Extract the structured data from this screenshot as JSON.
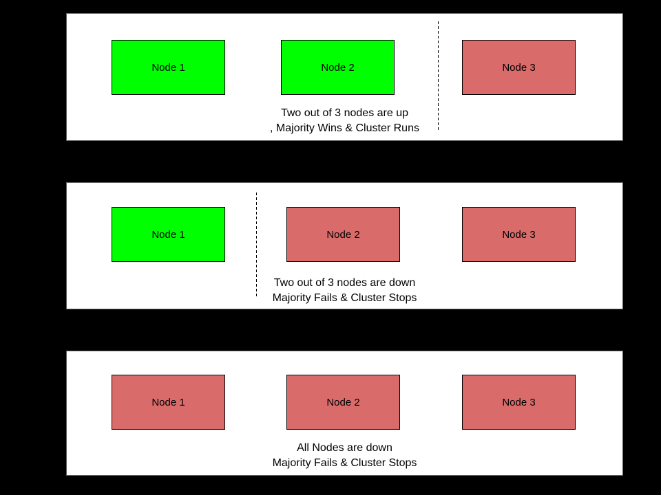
{
  "diagram": {
    "name": "cluster-quorum-scenarios",
    "colors": {
      "background": "#000000",
      "panel_background": "#ffffff",
      "panel_border": "#5f5f5f",
      "node_up": "#00ff00",
      "node_down": "#d96b6b",
      "node_border": "#000000",
      "text": "#000000"
    }
  },
  "panels": [
    {
      "name": "two-nodes-up",
      "nodes": [
        {
          "label": "Node 1",
          "state": "up"
        },
        {
          "label": "Node 2",
          "state": "up"
        },
        {
          "label": "Node 3",
          "state": "down"
        }
      ],
      "divider_between": "Node 2 and Node 3",
      "caption": {
        "line1": "Two out of 3 nodes are up",
        "line2": ", Majority Wins & Cluster Runs"
      }
    },
    {
      "name": "two-nodes-down",
      "nodes": [
        {
          "label": "Node 1",
          "state": "up"
        },
        {
          "label": "Node 2",
          "state": "down"
        },
        {
          "label": "Node 3",
          "state": "down"
        }
      ],
      "divider_between": "Node 1 and Node 2",
      "caption": {
        "line1": "Two out of 3 nodes are down",
        "line2": "Majority Fails & Cluster Stops"
      }
    },
    {
      "name": "all-nodes-down",
      "nodes": [
        {
          "label": "Node 1",
          "state": "down"
        },
        {
          "label": "Node 2",
          "state": "down"
        },
        {
          "label": "Node 3",
          "state": "down"
        }
      ],
      "divider_between": null,
      "caption": {
        "line1": "All Nodes are down",
        "line2": "Majority Fails & Cluster Stops"
      }
    }
  ]
}
